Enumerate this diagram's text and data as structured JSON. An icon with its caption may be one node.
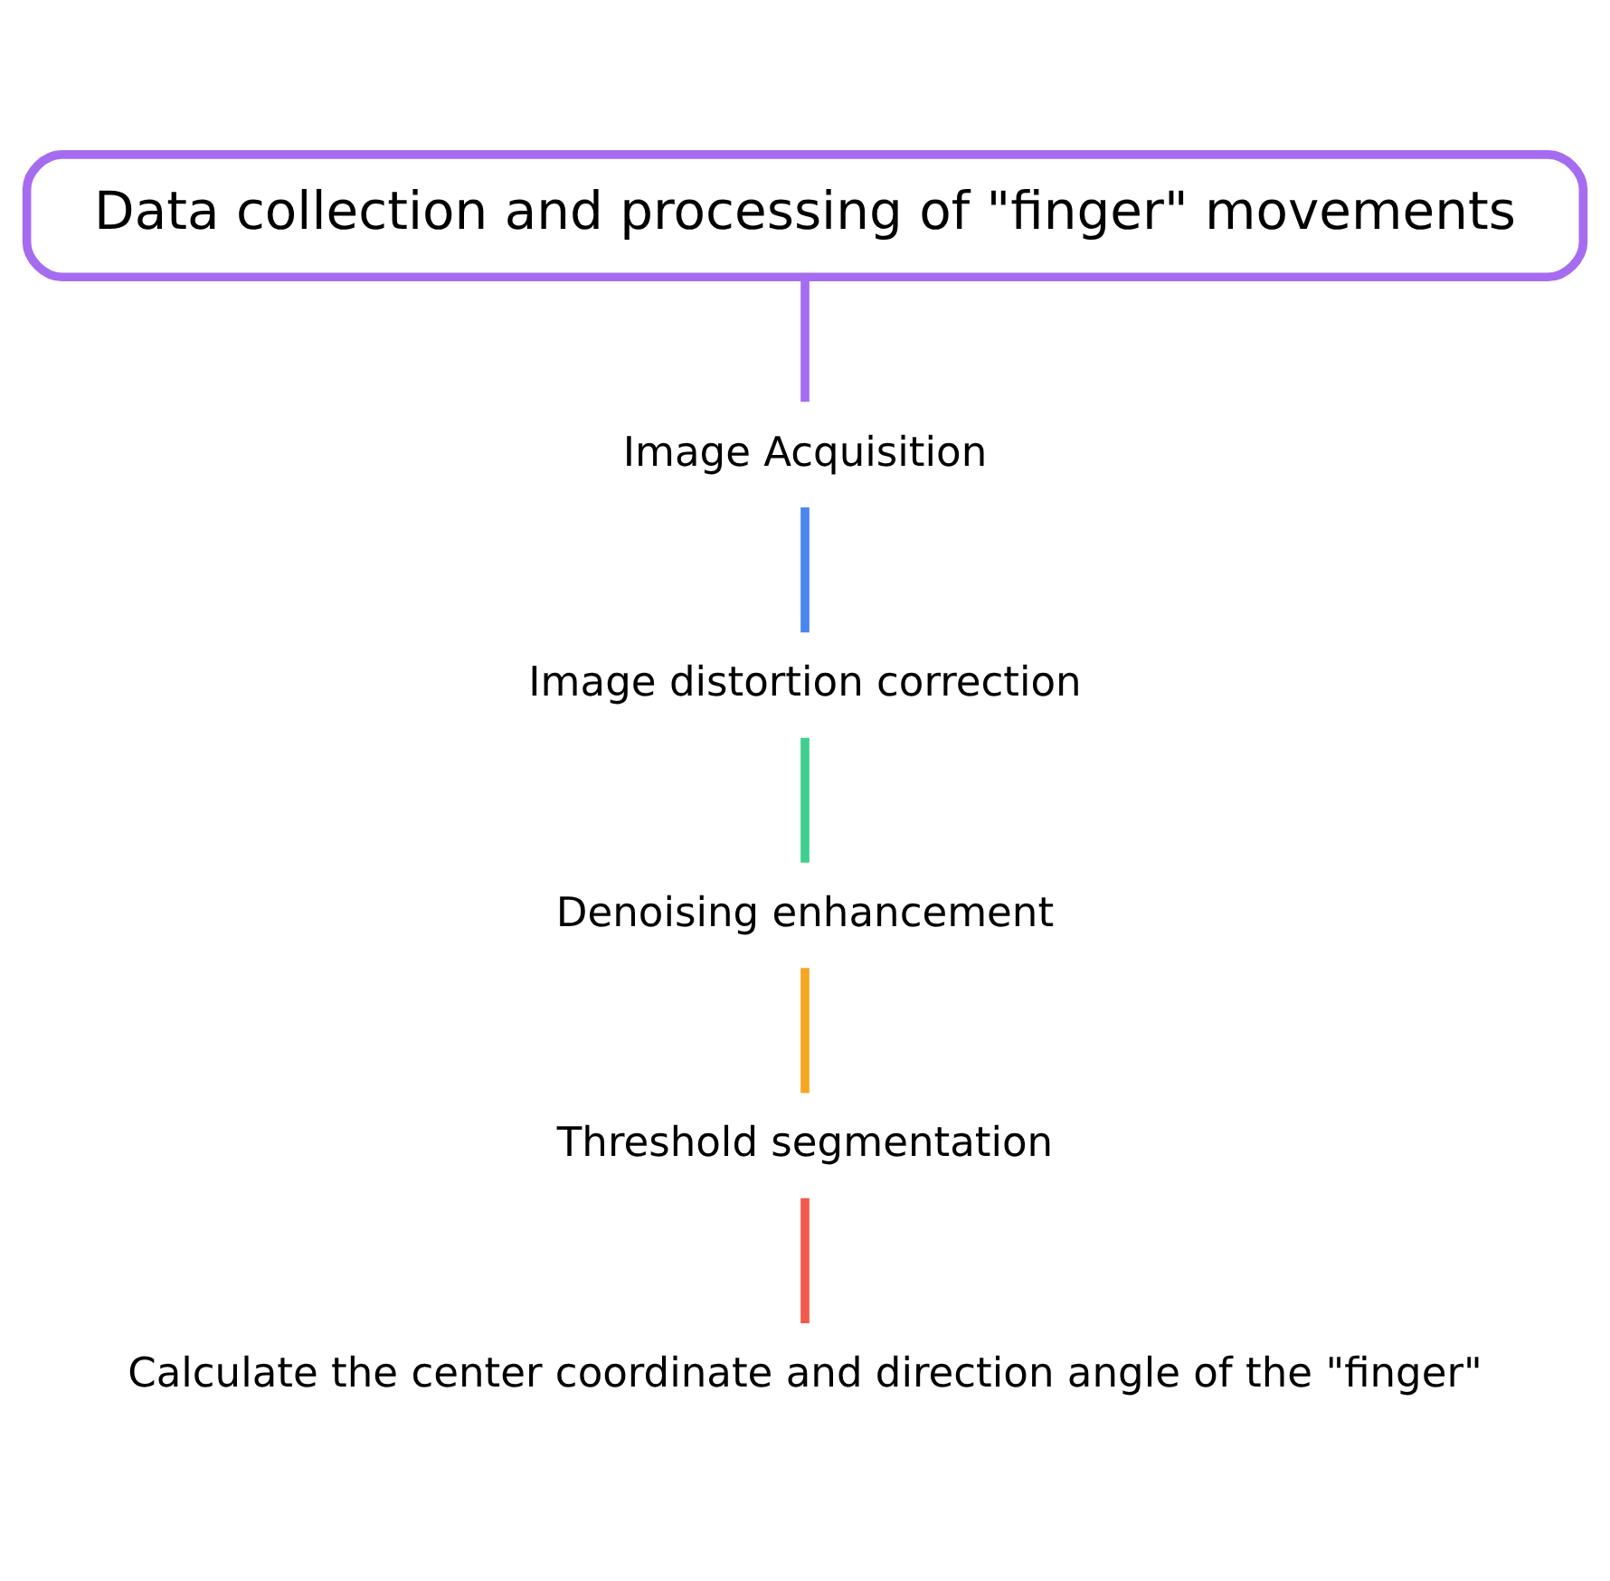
{
  "diagram": {
    "nodes": [
      {
        "text": [
          "Data collection and processing of \"finger\" movements"
        ]
      },
      {
        "text": [
          "Image Acquisition"
        ]
      },
      {
        "text": [
          "Image distortion correction"
        ]
      },
      {
        "text": [
          "Denoising enhancement"
        ]
      },
      {
        "text": [
          "Threshold segmentation"
        ]
      },
      {
        "text": [
          "Calculate the center coordinate and direction angle of the \"finger\""
        ]
      }
    ],
    "edges": [
      {
        "from": 0,
        "to": 1,
        "arrow": "none",
        "color": "#a66cf0"
      },
      {
        "from": 1,
        "to": 2,
        "arrow": "none",
        "color": "#4a86f0"
      },
      {
        "from": 2,
        "to": 3,
        "arrow": "none",
        "color": "#3ecf8e"
      },
      {
        "from": 3,
        "to": 4,
        "arrow": "none",
        "color": "#f5a623"
      },
      {
        "from": 4,
        "to": 5,
        "arrow": "none",
        "color": "#f05a4a"
      }
    ]
  }
}
